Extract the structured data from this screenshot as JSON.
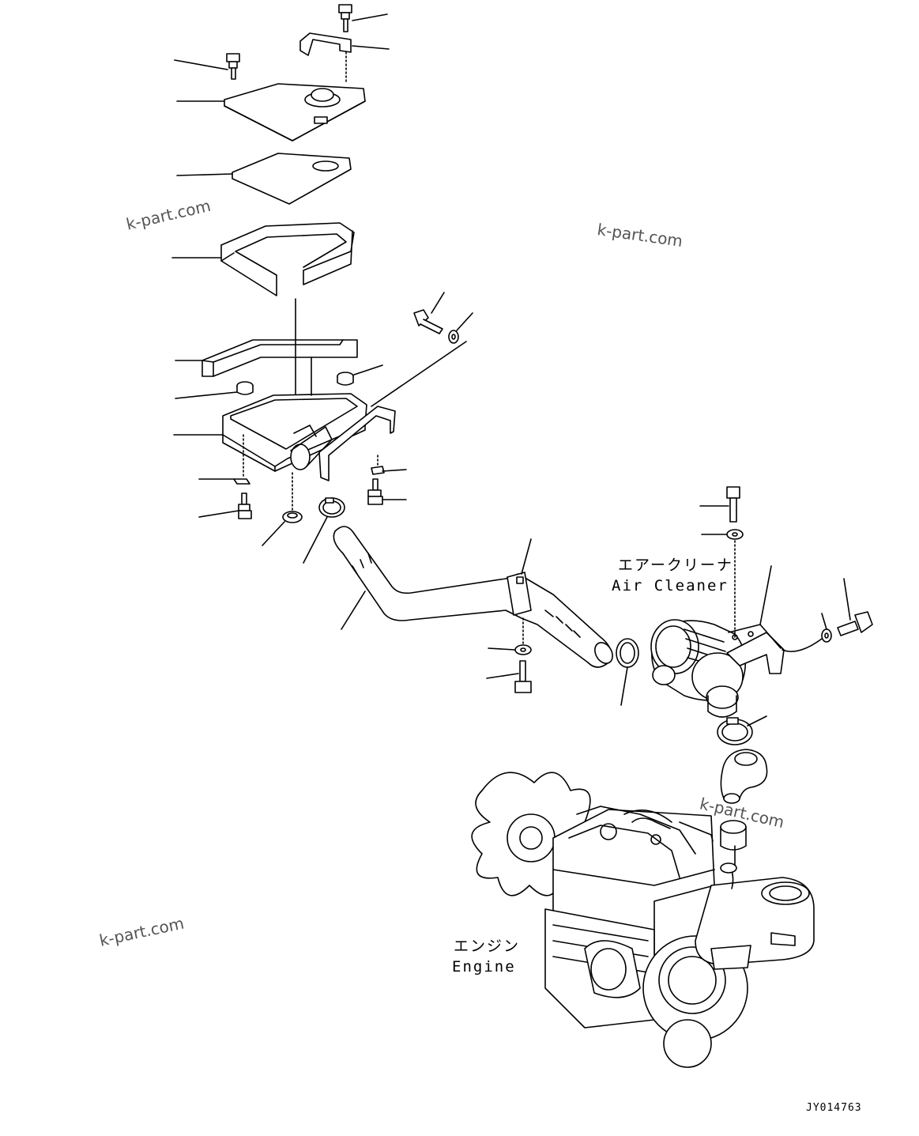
{
  "labels": {
    "air_cleaner_jp": "エアークリーナ",
    "air_cleaner_en": "Air Cleaner",
    "engine_jp": "エンジン",
    "engine_en": "Engine"
  },
  "watermarks": [
    "k-part.com",
    "k-part.com",
    "k-part.com",
    "k-part.com"
  ],
  "drawing_code": "JY014763",
  "colors": {
    "line": "#000000",
    "watermark": "#555555",
    "background": "#ffffff"
  }
}
